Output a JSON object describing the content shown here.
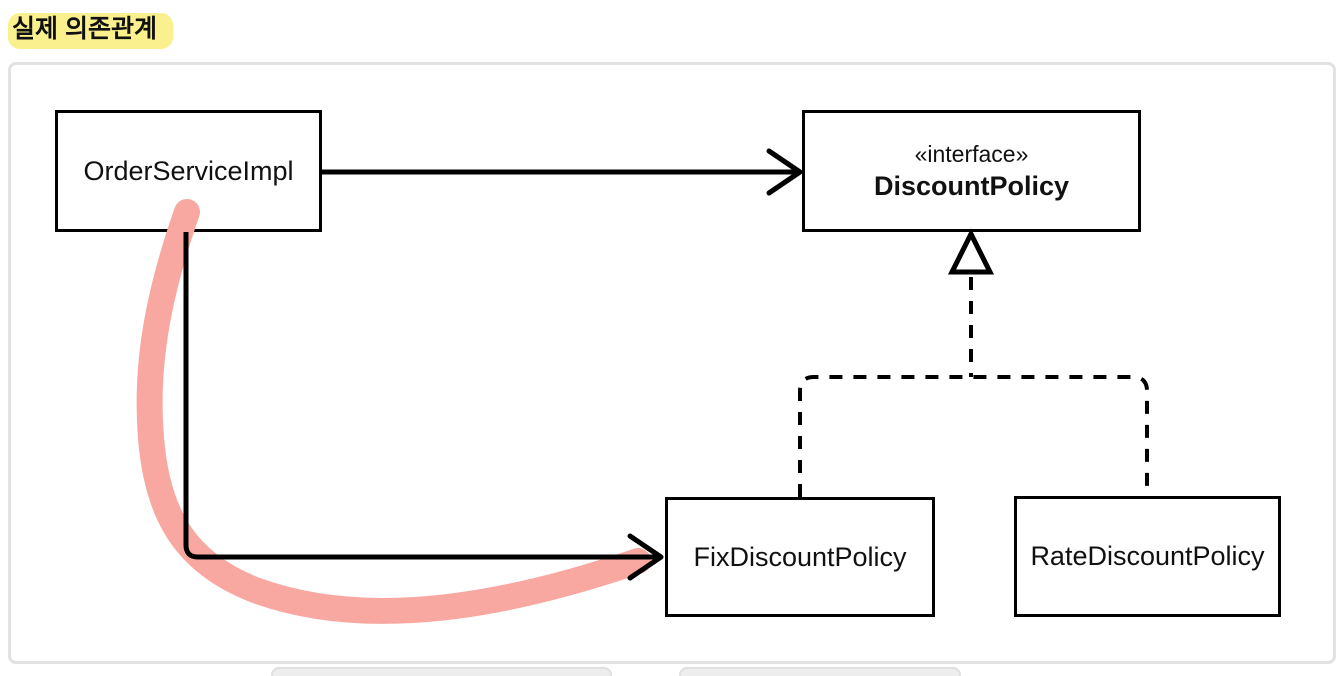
{
  "page": {
    "title": "실제 의존관계"
  },
  "diagram": {
    "nodes": [
      {
        "id": "order-service-impl",
        "label": "OrderServiceImpl"
      },
      {
        "id": "discount-policy",
        "stereotype": "«interface»",
        "label": "DiscountPolicy"
      },
      {
        "id": "fix-discount-policy",
        "label": "FixDiscountPolicy"
      },
      {
        "id": "rate-discount-policy",
        "label": "RateDiscountPolicy"
      }
    ],
    "edges": [
      {
        "from": "OrderServiceImpl",
        "to": "DiscountPolicy",
        "type": "dependency",
        "style": "solid-open-arrow"
      },
      {
        "from": "OrderServiceImpl",
        "to": "FixDiscountPolicy",
        "type": "dependency",
        "style": "solid-open-arrow",
        "emphasis": "pink-marker-stroke"
      },
      {
        "from": "FixDiscountPolicy",
        "to": "DiscountPolicy",
        "type": "realization",
        "style": "dashed-hollow-triangle"
      },
      {
        "from": "RateDiscountPolicy",
        "to": "DiscountPolicy",
        "type": "realization",
        "style": "dashed-hollow-triangle"
      }
    ],
    "colors": {
      "title_marker_yellow": "#FAF08D",
      "emphasis_pink": "#F8A8A0",
      "frame_border_gray": "#E2E2E2",
      "node_border_black": "#000000"
    }
  }
}
